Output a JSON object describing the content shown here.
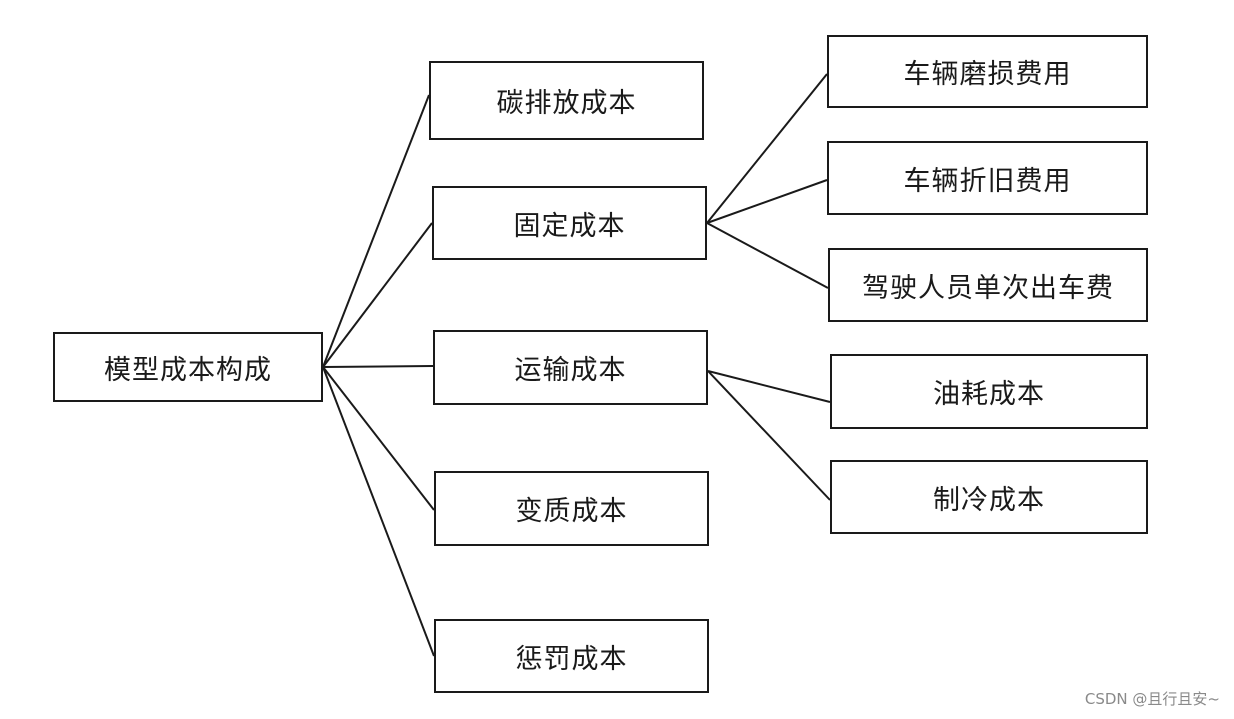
{
  "diagram": {
    "root": "模型成本构成",
    "level1": [
      "碳排放成本",
      "固定成本",
      "运输成本",
      "变质成本",
      "惩罚成本"
    ],
    "level2": [
      "车辆磨损费用",
      "车辆折旧费用",
      "驾驶人员单次出车费",
      "油耗成本",
      "制冷成本"
    ],
    "edge_color": "#1a1a1a"
  },
  "watermark": "CSDN @且行且安~"
}
